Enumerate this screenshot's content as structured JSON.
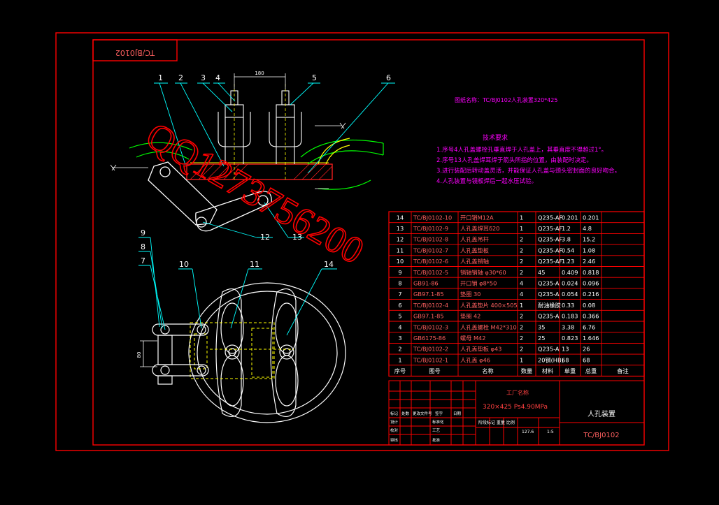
{
  "drawing_no_rotated": "TC/BJ0102",
  "title_note": "图纸名称：TC/BJ0102人孔装置320*425",
  "tech_requirements": {
    "heading": "技术要求",
    "lines": [
      "1.序号4人孔盖螺栓孔垂直焊于人孔盖上，其垂直度不得超过1°。",
      "2.序号13人孔盖焊耳焊于箭头所指的位置，由装配时决定。",
      "3.进行装配后转动盖灵活，并能保证人孔盖与颈头密封面的良好吻合。",
      "4.人孔装置与镜板焊后一起水压试验。"
    ]
  },
  "watermark": "QQ1273756200",
  "dimensions": {
    "top": "180",
    "side": "80"
  },
  "callouts": [
    "1",
    "2",
    "3",
    "4",
    "5",
    "6",
    "12",
    "13",
    "9",
    "8",
    "7",
    "10",
    "11",
    "14"
  ],
  "bom": {
    "rows": [
      {
        "no": "14",
        "code": "TC/BJ0102-10",
        "name": "开口销M12A",
        "qty": "1",
        "mat": "Q235-AF",
        "unit": "0.201",
        "total": "0.201",
        "note": ""
      },
      {
        "no": "13",
        "code": "TC/BJ0102-9",
        "name": "人孔盖焊耳δ20",
        "qty": "1",
        "mat": "Q235-AF",
        "unit": "1.2",
        "total": "4.8",
        "note": ""
      },
      {
        "no": "12",
        "code": "TC/BJ0102-8",
        "name": "人孔盖吊杆",
        "qty": "2",
        "mat": "Q235-AF",
        "unit": "3.8",
        "total": "15.2",
        "note": ""
      },
      {
        "no": "11",
        "code": "TC/BJ0102-7",
        "name": "人孔盖垫板",
        "qty": "2",
        "mat": "Q235-AF",
        "unit": "0.54",
        "total": "1.08",
        "note": ""
      },
      {
        "no": "10",
        "code": "TC/BJ0102-6",
        "name": "人孔盖销轴",
        "qty": "2",
        "mat": "Q235-AF",
        "unit": "1.23",
        "total": "2.46",
        "note": ""
      },
      {
        "no": "9",
        "code": "TC/BJ0102-5",
        "name": "销轴销轴 φ30*60",
        "qty": "2",
        "mat": "45",
        "unit": "0.409",
        "total": "0.818",
        "note": ""
      },
      {
        "no": "8",
        "code": "GB91-86",
        "name": "开口销 φ8*50",
        "qty": "4",
        "mat": "Q235-A",
        "unit": "0.024",
        "total": "0.096",
        "note": ""
      },
      {
        "no": "7",
        "code": "GB97.1-85",
        "name": "垫圈 30",
        "qty": "4",
        "mat": "Q235-A",
        "unit": "0.054",
        "total": "0.216",
        "note": ""
      },
      {
        "no": "6",
        "code": "TC/BJ0102-4",
        "name": "人孔盖垫片 400×505",
        "qty": "1",
        "mat": "耐油橡胶",
        "unit": "0.33",
        "total": "0.08",
        "note": ""
      },
      {
        "no": "5",
        "code": "GB97.1-85",
        "name": "垫圈 42",
        "qty": "2",
        "mat": "Q235-A",
        "unit": "0.183",
        "total": "0.366",
        "note": ""
      },
      {
        "no": "4",
        "code": "TC/BJ0102-3",
        "name": "人孔盖螺栓 M42*310",
        "qty": "2",
        "mat": "35",
        "unit": "3.38",
        "total": "6.76",
        "note": ""
      },
      {
        "no": "3",
        "code": "GB6175-86",
        "name": "螺母 M42",
        "qty": "2",
        "mat": "25",
        "unit": "0.823",
        "total": "1.646",
        "note": ""
      },
      {
        "no": "2",
        "code": "TC/BJ0102-2",
        "name": "人孔盖垫板 φ43",
        "qty": "2",
        "mat": "Q235-A",
        "unit": "13",
        "total": "26",
        "note": ""
      },
      {
        "no": "1",
        "code": "TC/BJ0102-1",
        "name": "人孔盖 φ46",
        "qty": "1",
        "mat": "20钢(HB)",
        "unit": "68",
        "total": "68",
        "note": ""
      }
    ],
    "headers": [
      "序号",
      "图号",
      "名称",
      "数量",
      "材料",
      "单重",
      "总重",
      "备注"
    ]
  },
  "title_block": {
    "company": "工厂名称",
    "spec": "320×425  Ps4.90MPa",
    "drawing_title": "人孔装置",
    "drawing_no": "TC/BJ0102",
    "scale": "1:5",
    "weight": "127.6",
    "stage_labels": "阶段标记  重量  比例",
    "sign_labels": [
      "标记",
      "处数",
      "更改文件号",
      "签字",
      "日期"
    ],
    "role_labels": [
      "设计",
      "校对",
      "审核",
      "工艺",
      "标准化",
      "批准"
    ]
  },
  "colors": {
    "frame": "#ff0000",
    "white": "#ffffff",
    "cyan": "#00ffff",
    "green": "#00ff00",
    "yellow": "#ffff00",
    "magenta": "#ff00ff"
  }
}
